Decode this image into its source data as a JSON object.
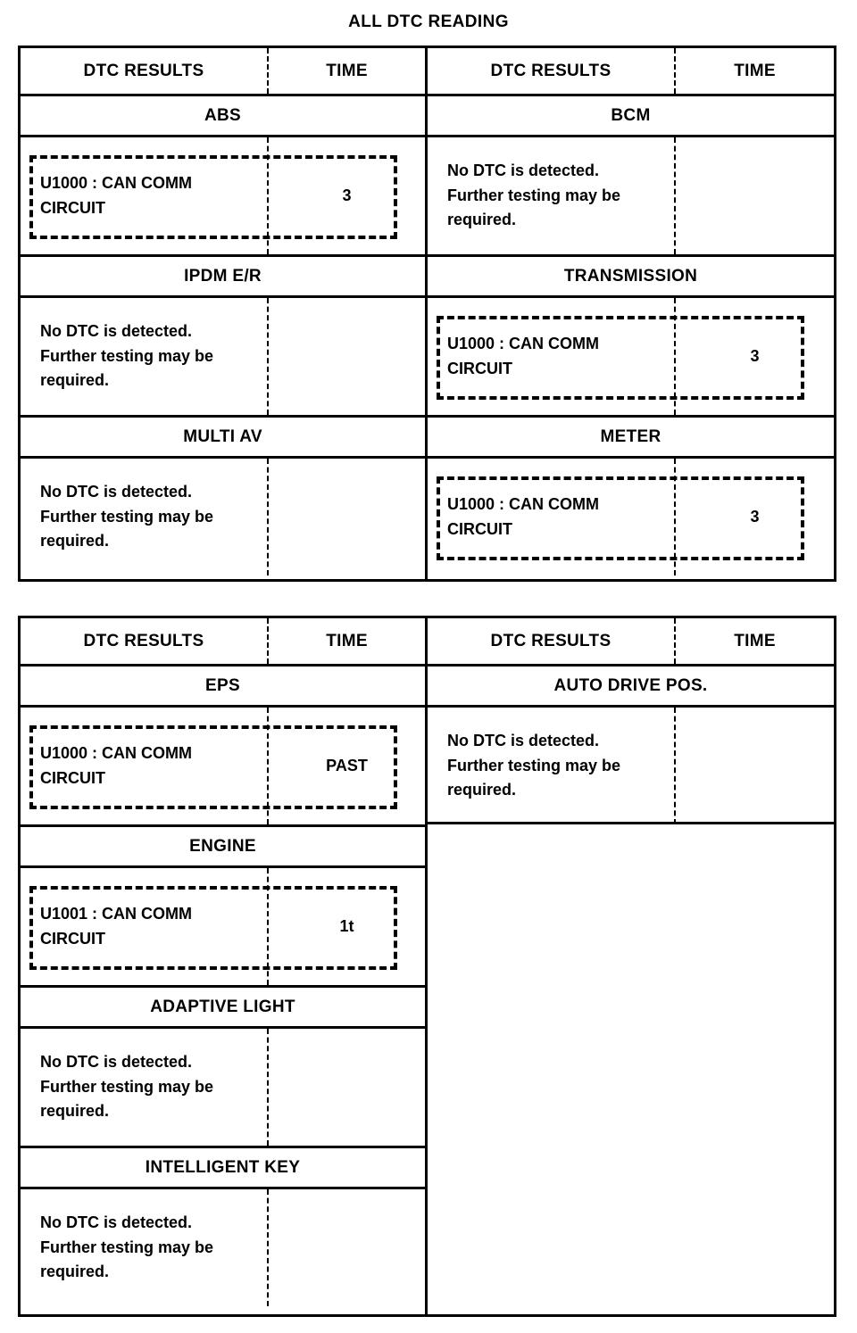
{
  "title": "ALL DTC READING",
  "columns": {
    "results": "DTC RESULTS",
    "time": "TIME"
  },
  "messages": {
    "no_dtc": "No DTC is detected.\nFurther testing may be required.",
    "u1000": "U1000 : CAN COMM\nCIRCUIT",
    "u1001": "U1001 : CAN COMM\nCIRCUIT"
  },
  "tables": [
    {
      "id": "table-1",
      "left": {
        "modules": [
          {
            "name": "ABS",
            "dtc": "U1000 : CAN COMM\nCIRCUIT",
            "time": "3",
            "highlighted": true
          },
          {
            "name": "IPDM E/R",
            "dtc": "No DTC is detected.\nFurther testing may be required.",
            "time": "",
            "highlighted": false
          },
          {
            "name": "MULTI AV",
            "dtc": "No DTC is detected.\nFurther testing may be required.",
            "time": "",
            "highlighted": false
          }
        ]
      },
      "right": {
        "modules": [
          {
            "name": "BCM",
            "dtc": "No DTC is detected.\nFurther testing may be required.",
            "time": "",
            "highlighted": false
          },
          {
            "name": "TRANSMISSION",
            "dtc": "U1000 : CAN COMM\nCIRCUIT",
            "time": "3",
            "highlighted": true
          },
          {
            "name": "METER",
            "dtc": "U1000 : CAN COMM\nCIRCUIT",
            "time": "3",
            "highlighted": true
          }
        ]
      }
    },
    {
      "id": "table-2",
      "left": {
        "modules": [
          {
            "name": "EPS",
            "dtc": "U1000 : CAN COMM\nCIRCUIT",
            "time": "PAST",
            "highlighted": true
          },
          {
            "name": "ENGINE",
            "dtc": "U1001 : CAN COMM\nCIRCUIT",
            "time": "1t",
            "highlighted": true
          },
          {
            "name": "ADAPTIVE LIGHT",
            "dtc": "No DTC is detected.\nFurther testing may be required.",
            "time": "",
            "highlighted": false
          },
          {
            "name": "INTELLIGENT KEY",
            "dtc": "No DTC is detected.\nFurther testing may be required.",
            "time": "",
            "highlighted": false
          }
        ]
      },
      "right": {
        "modules": [
          {
            "name": "AUTO DRIVE POS.",
            "dtc": "No DTC is detected.\nFurther testing may be required.",
            "time": "",
            "highlighted": false
          }
        ]
      }
    }
  ]
}
